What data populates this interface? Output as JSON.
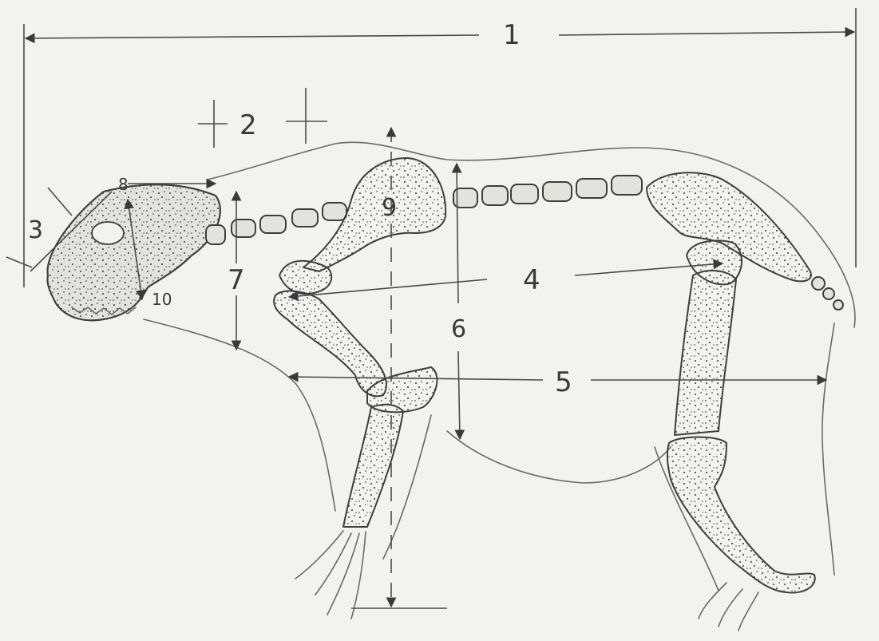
{
  "diagram": {
    "colors": {
      "paper": "#f4f2ee",
      "pencil": "#3e3e3e",
      "bone_fill": "#e4e2dd"
    },
    "labels": {
      "total_length": "1",
      "head_gap": "2",
      "muzzle": "3",
      "trunk_length": "4",
      "body_width": "5",
      "shoulder_height": "6",
      "neck_height": "7",
      "skull_height": "8",
      "scapula": "9",
      "jaw": "10"
    }
  }
}
